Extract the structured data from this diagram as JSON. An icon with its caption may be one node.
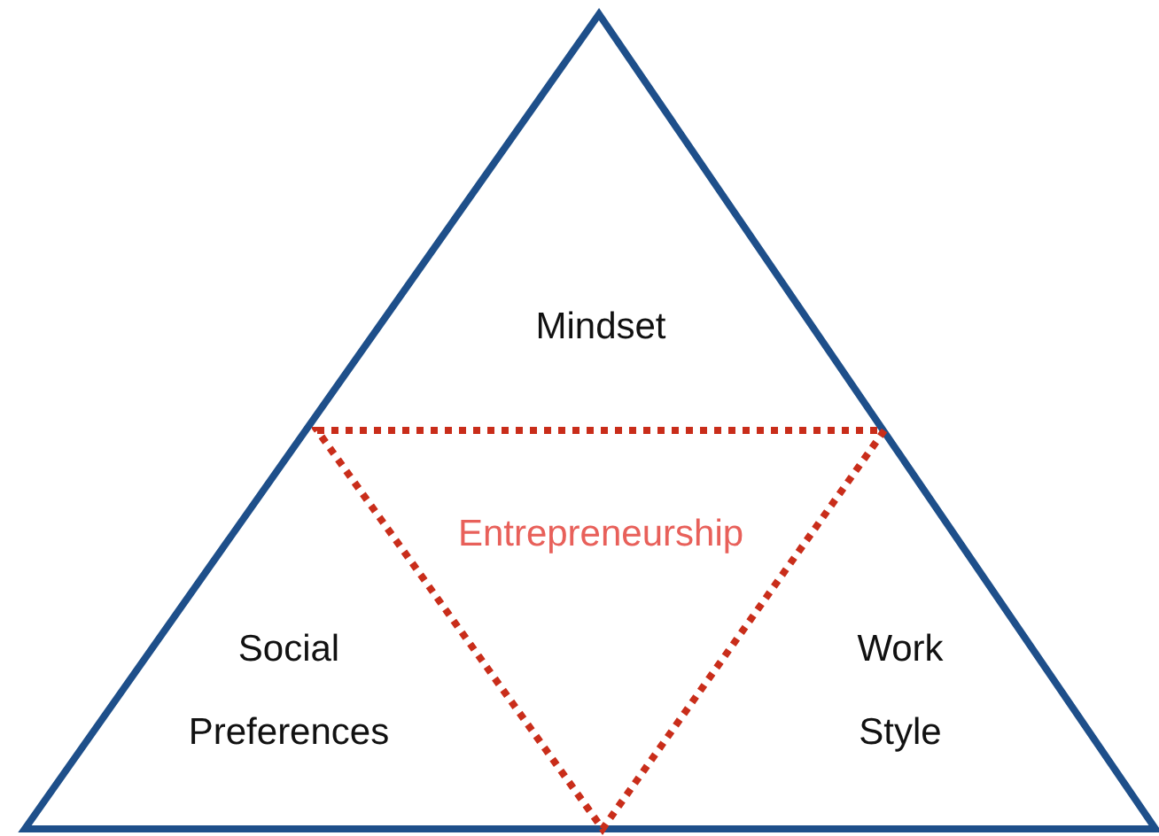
{
  "diagram": {
    "nodes": [
      {
        "text": [],
        "shape": "triangle"
      },
      {
        "text": [
          "Entrepreneurship"
        ],
        "in": 0
      }
    ],
    "labels": [
      "Mindset",
      "Social Preferences",
      "Work Style"
    ]
  }
}
